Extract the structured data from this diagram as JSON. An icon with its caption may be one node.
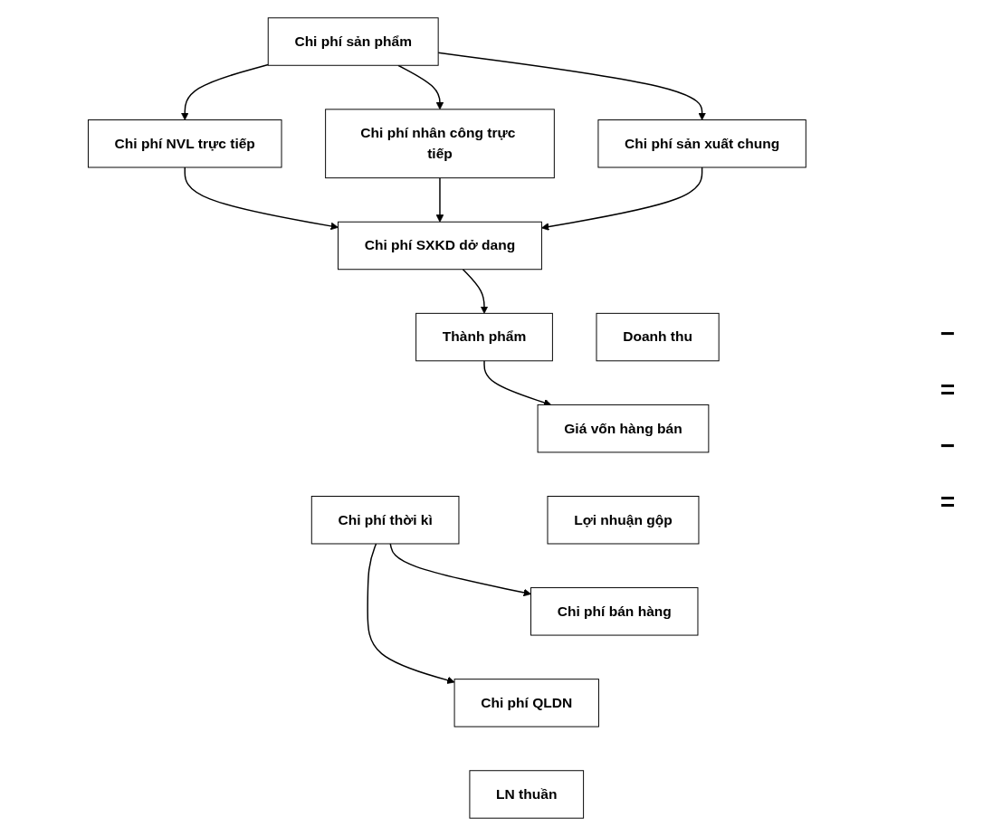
{
  "diagram": {
    "nodes": [
      {
        "text": [
          "Chi phí sản phẩm"
        ]
      },
      {
        "text": [
          "Chi phí NVL trực tiếp"
        ]
      },
      {
        "text": [
          "Chi phí nhân công trực tiếp"
        ]
      },
      {
        "text": [
          "Chi phí sản xuất chung"
        ]
      },
      {
        "text": [
          "Chi phí SXKD dở dang"
        ]
      },
      {
        "text": [
          "Thành phẩm"
        ]
      },
      {
        "text": [
          "Doanh thu"
        ]
      },
      {
        "text": [
          "Giá vốn hàng bán"
        ]
      },
      {
        "text": [
          "Lợi nhuận gộp"
        ]
      },
      {
        "text": [
          "Chi phí thời kì"
        ]
      },
      {
        "text": [
          "Chi phí bán hàng"
        ]
      },
      {
        "text": [
          "Chi phí QLDN"
        ]
      },
      {
        "text": [
          "LN thuần"
        ]
      }
    ],
    "edges": [
      {
        "from": 0,
        "to": 1,
        "arrow": "to"
      },
      {
        "from": 0,
        "to": 2,
        "arrow": "to"
      },
      {
        "from": 0,
        "to": 3,
        "arrow": "to"
      },
      {
        "from": 1,
        "to": 4,
        "arrow": "to"
      },
      {
        "from": 2,
        "to": 4,
        "arrow": "to"
      },
      {
        "from": 3,
        "to": 4,
        "arrow": "to"
      },
      {
        "from": 4,
        "to": 5,
        "arrow": "to"
      },
      {
        "from": 5,
        "to": 7,
        "arrow": "to"
      },
      {
        "from": 9,
        "to": 10,
        "arrow": "to"
      },
      {
        "from": 9,
        "to": 11,
        "arrow": "to"
      }
    ],
    "labels": [
      "−",
      "=",
      "−",
      "="
    ]
  }
}
